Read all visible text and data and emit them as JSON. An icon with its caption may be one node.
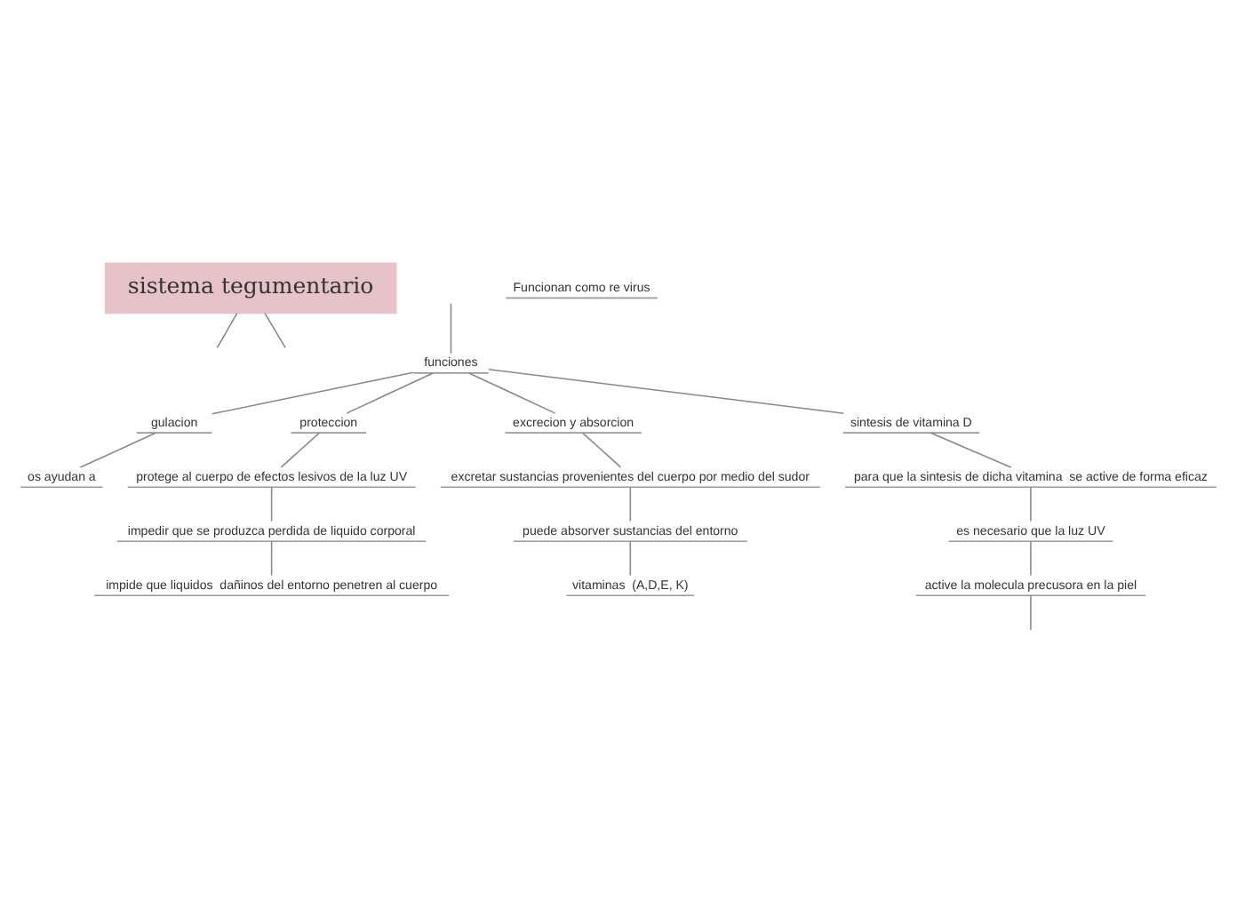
{
  "diagram": {
    "nodes": [
      {
        "text": [
          "sistema tegumentario"
        ]
      },
      {
        "text": [
          "funciones"
        ]
      },
      {
        "text": [
          "gulacion"
        ]
      },
      {
        "text": [
          "proteccion"
        ]
      },
      {
        "text": [
          "excrecion y absorcion"
        ]
      },
      {
        "text": [
          "sintesis de vitamina D"
        ]
      },
      {
        "text": [
          "os ayudan a"
        ]
      },
      {
        "text": [
          "protege al cuerpo de efectos lesivos de la luz UV"
        ]
      },
      {
        "text": [
          "impedir que se produzca perdida de liquido corporal"
        ]
      },
      {
        "text": [
          "impide que liquidos  dañinos del entorno penetren al cuerpo"
        ]
      },
      {
        "text": [
          "excretar sustancias provenientes del cuerpo por medio del sudor"
        ]
      },
      {
        "text": [
          "puede absorver sustancias del entorno"
        ]
      },
      {
        "text": [
          "vitaminas  (A,D,E, K)"
        ]
      },
      {
        "text": [
          "para que la sintesis de dicha vitamina  se active de forma eficaz"
        ]
      },
      {
        "text": [
          "es necesario que la luz UV"
        ]
      },
      {
        "text": [
          "active la molecula precusora en la piel"
        ]
      },
      {
        "text": [
          "Funcionan como re virus"
        ]
      }
    ],
    "edges": [
      {
        "from": 0,
        "to": null,
        "arrow": "none"
      },
      {
        "from": 0,
        "to": null,
        "arrow": "none"
      },
      {
        "from": null,
        "to": 1,
        "arrow": "none"
      },
      {
        "from": 1,
        "to": 2,
        "arrow": "none"
      },
      {
        "from": 1,
        "to": 3,
        "arrow": "none"
      },
      {
        "from": 1,
        "to": 4,
        "arrow": "none"
      },
      {
        "from": 1,
        "to": 5,
        "arrow": "none"
      },
      {
        "from": 2,
        "to": 6,
        "arrow": "none"
      },
      {
        "from": 3,
        "to": 7,
        "arrow": "none"
      },
      {
        "from": 7,
        "to": 8,
        "arrow": "none"
      },
      {
        "from": 8,
        "to": 9,
        "arrow": "none"
      },
      {
        "from": 4,
        "to": 10,
        "arrow": "none"
      },
      {
        "from": 10,
        "to": 11,
        "arrow": "none"
      },
      {
        "from": 11,
        "to": 12,
        "arrow": "none"
      },
      {
        "from": 5,
        "to": 13,
        "arrow": "none"
      },
      {
        "from": 13,
        "to": 14,
        "arrow": "none"
      },
      {
        "from": 14,
        "to": 15,
        "arrow": "none"
      },
      {
        "from": 15,
        "to": null,
        "arrow": "none"
      }
    ]
  }
}
